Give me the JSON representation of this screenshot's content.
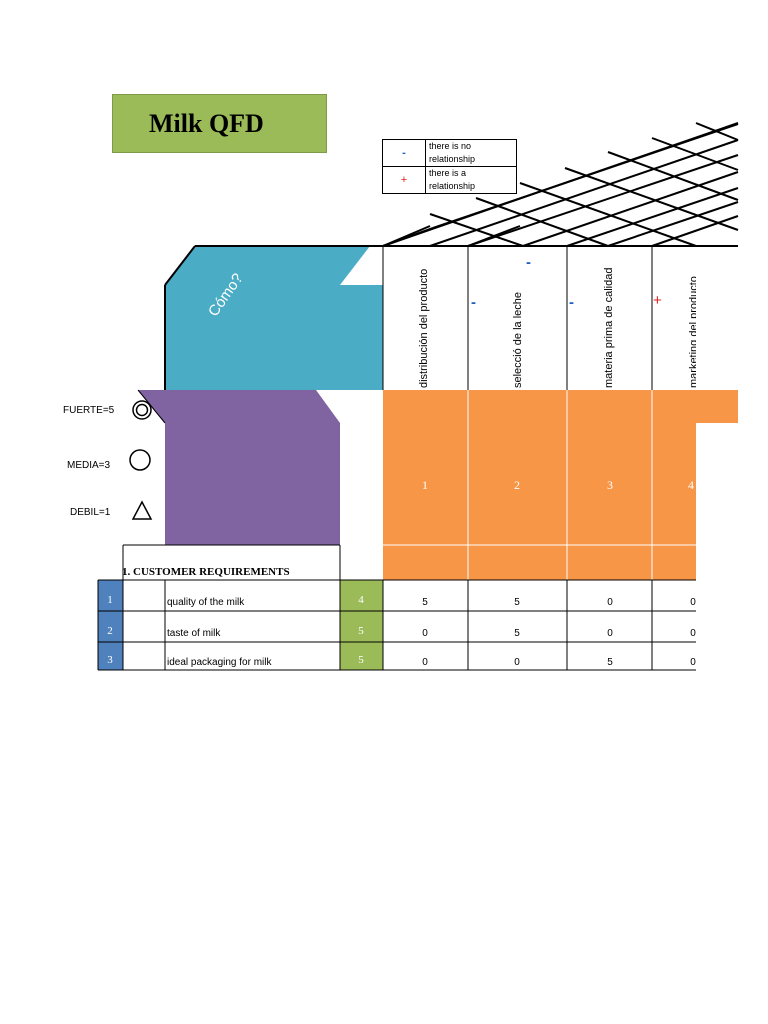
{
  "title": "Milk QFD",
  "legend": [
    {
      "symbol": "-",
      "text": "there is no relationship"
    },
    {
      "symbol": "+",
      "text": "there is a relationship"
    }
  ],
  "how_label": "Cómo?",
  "strength_symbols": {
    "strong": "FUERTE=5",
    "medium": "MEDIA=3",
    "weak": "DEBIL=1"
  },
  "technical_requirements": [
    {
      "label": "distribución del producto",
      "number": "1",
      "correlation": ""
    },
    {
      "label": "selecció de la leche",
      "number": "2",
      "correlation": "-"
    },
    {
      "label": "materia prima de calidad",
      "number": "3",
      "correlation": "-"
    },
    {
      "label": "marketing del producto",
      "number": "4",
      "correlation": "+"
    }
  ],
  "extra_marks": {
    "col2_top": "-"
  },
  "customer_requirements_header": "1. CUSTOMER REQUIREMENTS",
  "customer_requirements": [
    {
      "index": "1",
      "text": "quality of the milk",
      "importance": "4",
      "values": [
        "5",
        "5",
        "0",
        "0"
      ]
    },
    {
      "index": "2",
      "text": "taste of milk",
      "importance": "5",
      "values": [
        "0",
        "5",
        "0",
        "0"
      ]
    },
    {
      "index": "3",
      "text": "ideal packaging for milk",
      "importance": "5",
      "values": [
        "0",
        "0",
        "5",
        "0"
      ]
    }
  ],
  "colors": {
    "title_bg": "#9bbb59",
    "how_bg": "#4bacc6",
    "what_bg": "#8064a2",
    "orange": "#f79646",
    "index_bg": "#4f81bd",
    "importance_bg": "#9bbb59"
  }
}
